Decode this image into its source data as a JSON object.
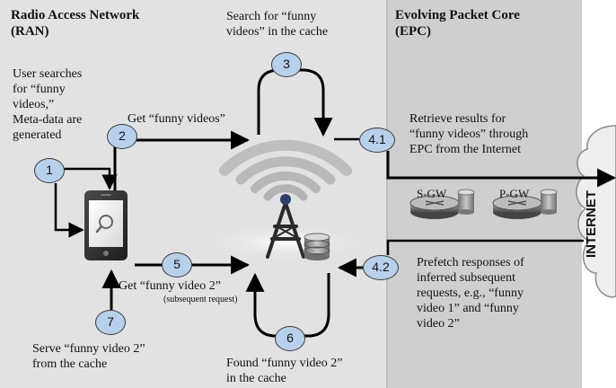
{
  "regions": {
    "ran_title": "Radio Access Network\n(RAN)",
    "epc_title": "Evolving Packet Core\n(EPC)",
    "internet": "INTERNET"
  },
  "nodes": {
    "sgw": "S-GW",
    "pgw": "P-GW"
  },
  "steps": [
    {
      "num": "1",
      "text": "User searches\nfor “funny\nvideos,”\nMeta-data are\ngenerated"
    },
    {
      "num": "2",
      "text": "Get “funny videos”"
    },
    {
      "num": "3",
      "text": "Search for “funny\nvideos” in the cache"
    },
    {
      "num": "4.1",
      "text": "Retrieve results for\n“funny videos” through\nEPC from the Internet"
    },
    {
      "num": "4.2",
      "text": "Prefetch responses of\ninferred subsequent\nrequests, e.g., “funny\nvideo 1” and “funny\nvideo 2”"
    },
    {
      "num": "5",
      "text": "Get “funny video 2”",
      "subtext": "(subsequent request)"
    },
    {
      "num": "6",
      "text": "Found “funny video 2”\nin the cache"
    },
    {
      "num": "7",
      "text": "Serve “funny video 2”\nfrom the cache"
    }
  ],
  "colors": {
    "ran_bg": "#e2e2e2",
    "epc_bg": "#cfcfcf",
    "badge_fill": "#b7d1ec",
    "arrow": "#000000"
  },
  "icons": {
    "device": "smartphone-icon",
    "tower": "cell-tower-icon",
    "cache": "cache-database-icon",
    "router": "router-icon",
    "cloud": "cloud-icon"
  }
}
